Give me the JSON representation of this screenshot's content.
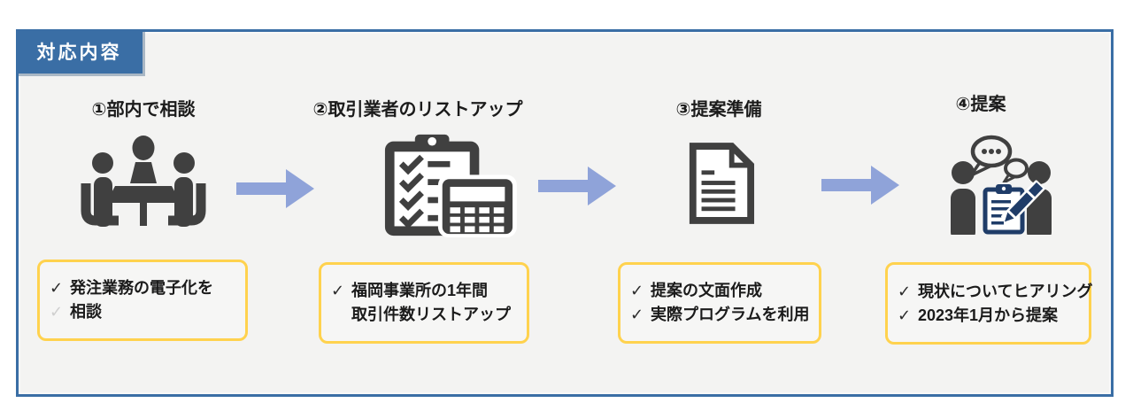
{
  "header": {
    "label": "対応内容"
  },
  "colors": {
    "frame_border": "#3A6EA5",
    "header_bg": "#3A6EA5",
    "header_text": "#FFFFFF",
    "frame_bg": "#F3F3F2",
    "arrow": "#8FA3D9",
    "note_border": "#FFD24E",
    "icon_dark": "#404040",
    "icon_navy": "#1F3C68",
    "check_dark": "#2B2B2B",
    "check_faint": "#CFCFCF"
  },
  "steps": [
    {
      "title": "①部内で相談",
      "icon": "meeting-icon",
      "note": {
        "items": [
          {
            "check": "✓",
            "text": "発注業務の電子化を"
          },
          {
            "check": "✓",
            "text": "相談"
          }
        ]
      }
    },
    {
      "title": "②取引業者のリストアップ",
      "icon": "clipboard-checklist-calculator-icon",
      "note": {
        "items": [
          {
            "check": "✓",
            "text": "福岡事業所の1年間"
          },
          {
            "check": "",
            "text": "取引件数リストアップ"
          }
        ]
      }
    },
    {
      "title": "③提案準備",
      "icon": "document-icon",
      "note": {
        "items": [
          {
            "check": "✓",
            "text": "提案の文面作成"
          },
          {
            "check": "✓",
            "text": "実際プログラムを利用"
          }
        ]
      }
    },
    {
      "title": "④提案",
      "icon": "hearing-discussion-icon",
      "note": {
        "items": [
          {
            "check": "✓",
            "text": "現状についてヒアリング"
          },
          {
            "check": "✓",
            "text": "2023年1月から提案"
          }
        ]
      }
    }
  ]
}
